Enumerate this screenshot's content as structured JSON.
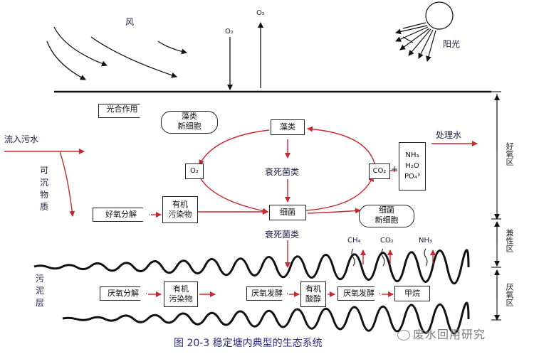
{
  "labels": {
    "wind": "风",
    "o2_down": "O₂",
    "o2_up": "O₂",
    "sunlight": "阳光",
    "inflow": "流入污水",
    "settle": [
      "可",
      "沉",
      "物",
      "质"
    ],
    "outflow": "处理水",
    "dead_algae": "衰死菌类",
    "dead_bacteria": "衰死菌类",
    "ch4": "CH₄",
    "co2_gas": "CO₂",
    "nh3": "NH₃",
    "sludge": [
      "污",
      "泥",
      "层"
    ]
  },
  "boxes": {
    "photosynthesis": "光合作用",
    "algae_new_l1": "藻类",
    "algae_new_l2": "新细胞",
    "algae": "藻类",
    "o2": "O₂",
    "co2": "CO₂",
    "plus": "+",
    "nutrients": [
      "NH₃",
      "H₂O",
      "PO₄³"
    ],
    "aerobic": "好氧分解",
    "organic_l1": "有机",
    "organic_l2": "污染物",
    "bacteria": "细菌",
    "bact_new_l1": "细菌",
    "bact_new_l2": "新细胞",
    "anaerobic1": "厌氧分解",
    "organic2_l1": "有机",
    "organic2_l2": "污染物",
    "anaerobic2": "厌氧发酵",
    "acid_l1": "有机",
    "acid_l2": "酸醇",
    "anaerobic3": "厌氧发酵",
    "methane": "甲烷"
  },
  "zones": {
    "aerobic": "好氧区",
    "facultative": "兼性区",
    "anaerobic": "厌氧区"
  },
  "caption": "图  20-3  稳定塘内典型的生态系统",
  "watermark": "废水回用研究",
  "colors": {
    "red": "#c8282e",
    "black": "#111111",
    "text": "#1a1a40"
  }
}
